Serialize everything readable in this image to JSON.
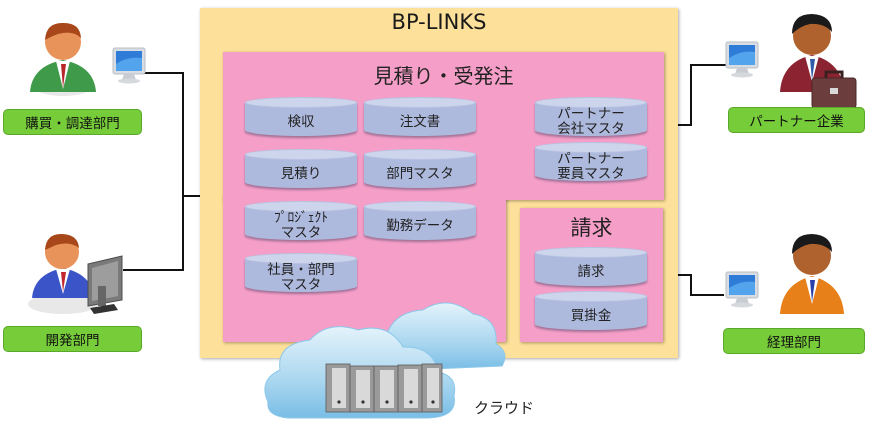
{
  "system": {
    "title": "BP-LINKS",
    "modules": [
      {
        "title": "見積り・受発注",
        "databases": [
          {
            "label": "検収"
          },
          {
            "label": "注文書"
          },
          {
            "label": "見積り"
          },
          {
            "label": "部門マスタ"
          },
          {
            "label": "ﾌﾟﾛｼﾞｪｸﾄ\nマスタ"
          },
          {
            "label": "勤務データ"
          },
          {
            "label": "社員・部門\nマスタ"
          },
          {
            "label": "パートナー\n会社マスタ"
          },
          {
            "label": "パートナー\n要員マスタ"
          }
        ]
      },
      {
        "title": "請求",
        "databases": [
          {
            "label": "請求"
          },
          {
            "label": "買掛金"
          }
        ]
      }
    ]
  },
  "actors": [
    {
      "label": "購買・調達部門",
      "icon": "user-green-icon"
    },
    {
      "label": "開発部門",
      "icon": "user-blue-icon"
    },
    {
      "label": "パートナー企業",
      "icon": "user-red-briefcase-icon"
    },
    {
      "label": "経理部門",
      "icon": "user-orange-icon"
    }
  ],
  "cloud": {
    "label": "クラウド",
    "icon": "cloud-servers-icon"
  },
  "colors": {
    "system_bg": "#fde09a",
    "module_bg": "#f59ec8",
    "database": "#aebadd",
    "actor_label_bg": "#77cc3a",
    "connector": "#111111"
  }
}
